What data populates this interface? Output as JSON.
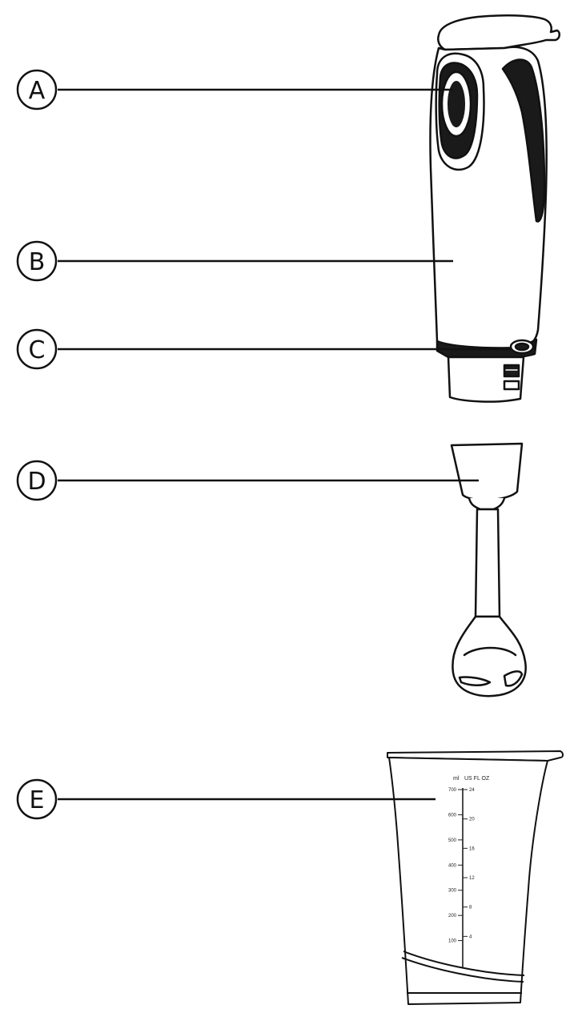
{
  "callouts": [
    {
      "id": "A",
      "letter": "A"
    },
    {
      "id": "B",
      "letter": "B"
    },
    {
      "id": "C",
      "letter": "C"
    },
    {
      "id": "D",
      "letter": "D"
    },
    {
      "id": "E",
      "letter": "E"
    }
  ],
  "beaker": {
    "unit_ml": "ml",
    "unit_oz": "US FL OZ",
    "ml_ticks": [
      "700",
      "600",
      "500",
      "400",
      "300",
      "200",
      "100"
    ],
    "oz_ticks": [
      "24",
      "20",
      "16",
      "12",
      "8",
      "4"
    ]
  },
  "colors": {
    "ink": "#111111",
    "accent_dark": "#1a1a1a",
    "background": "#ffffff"
  }
}
